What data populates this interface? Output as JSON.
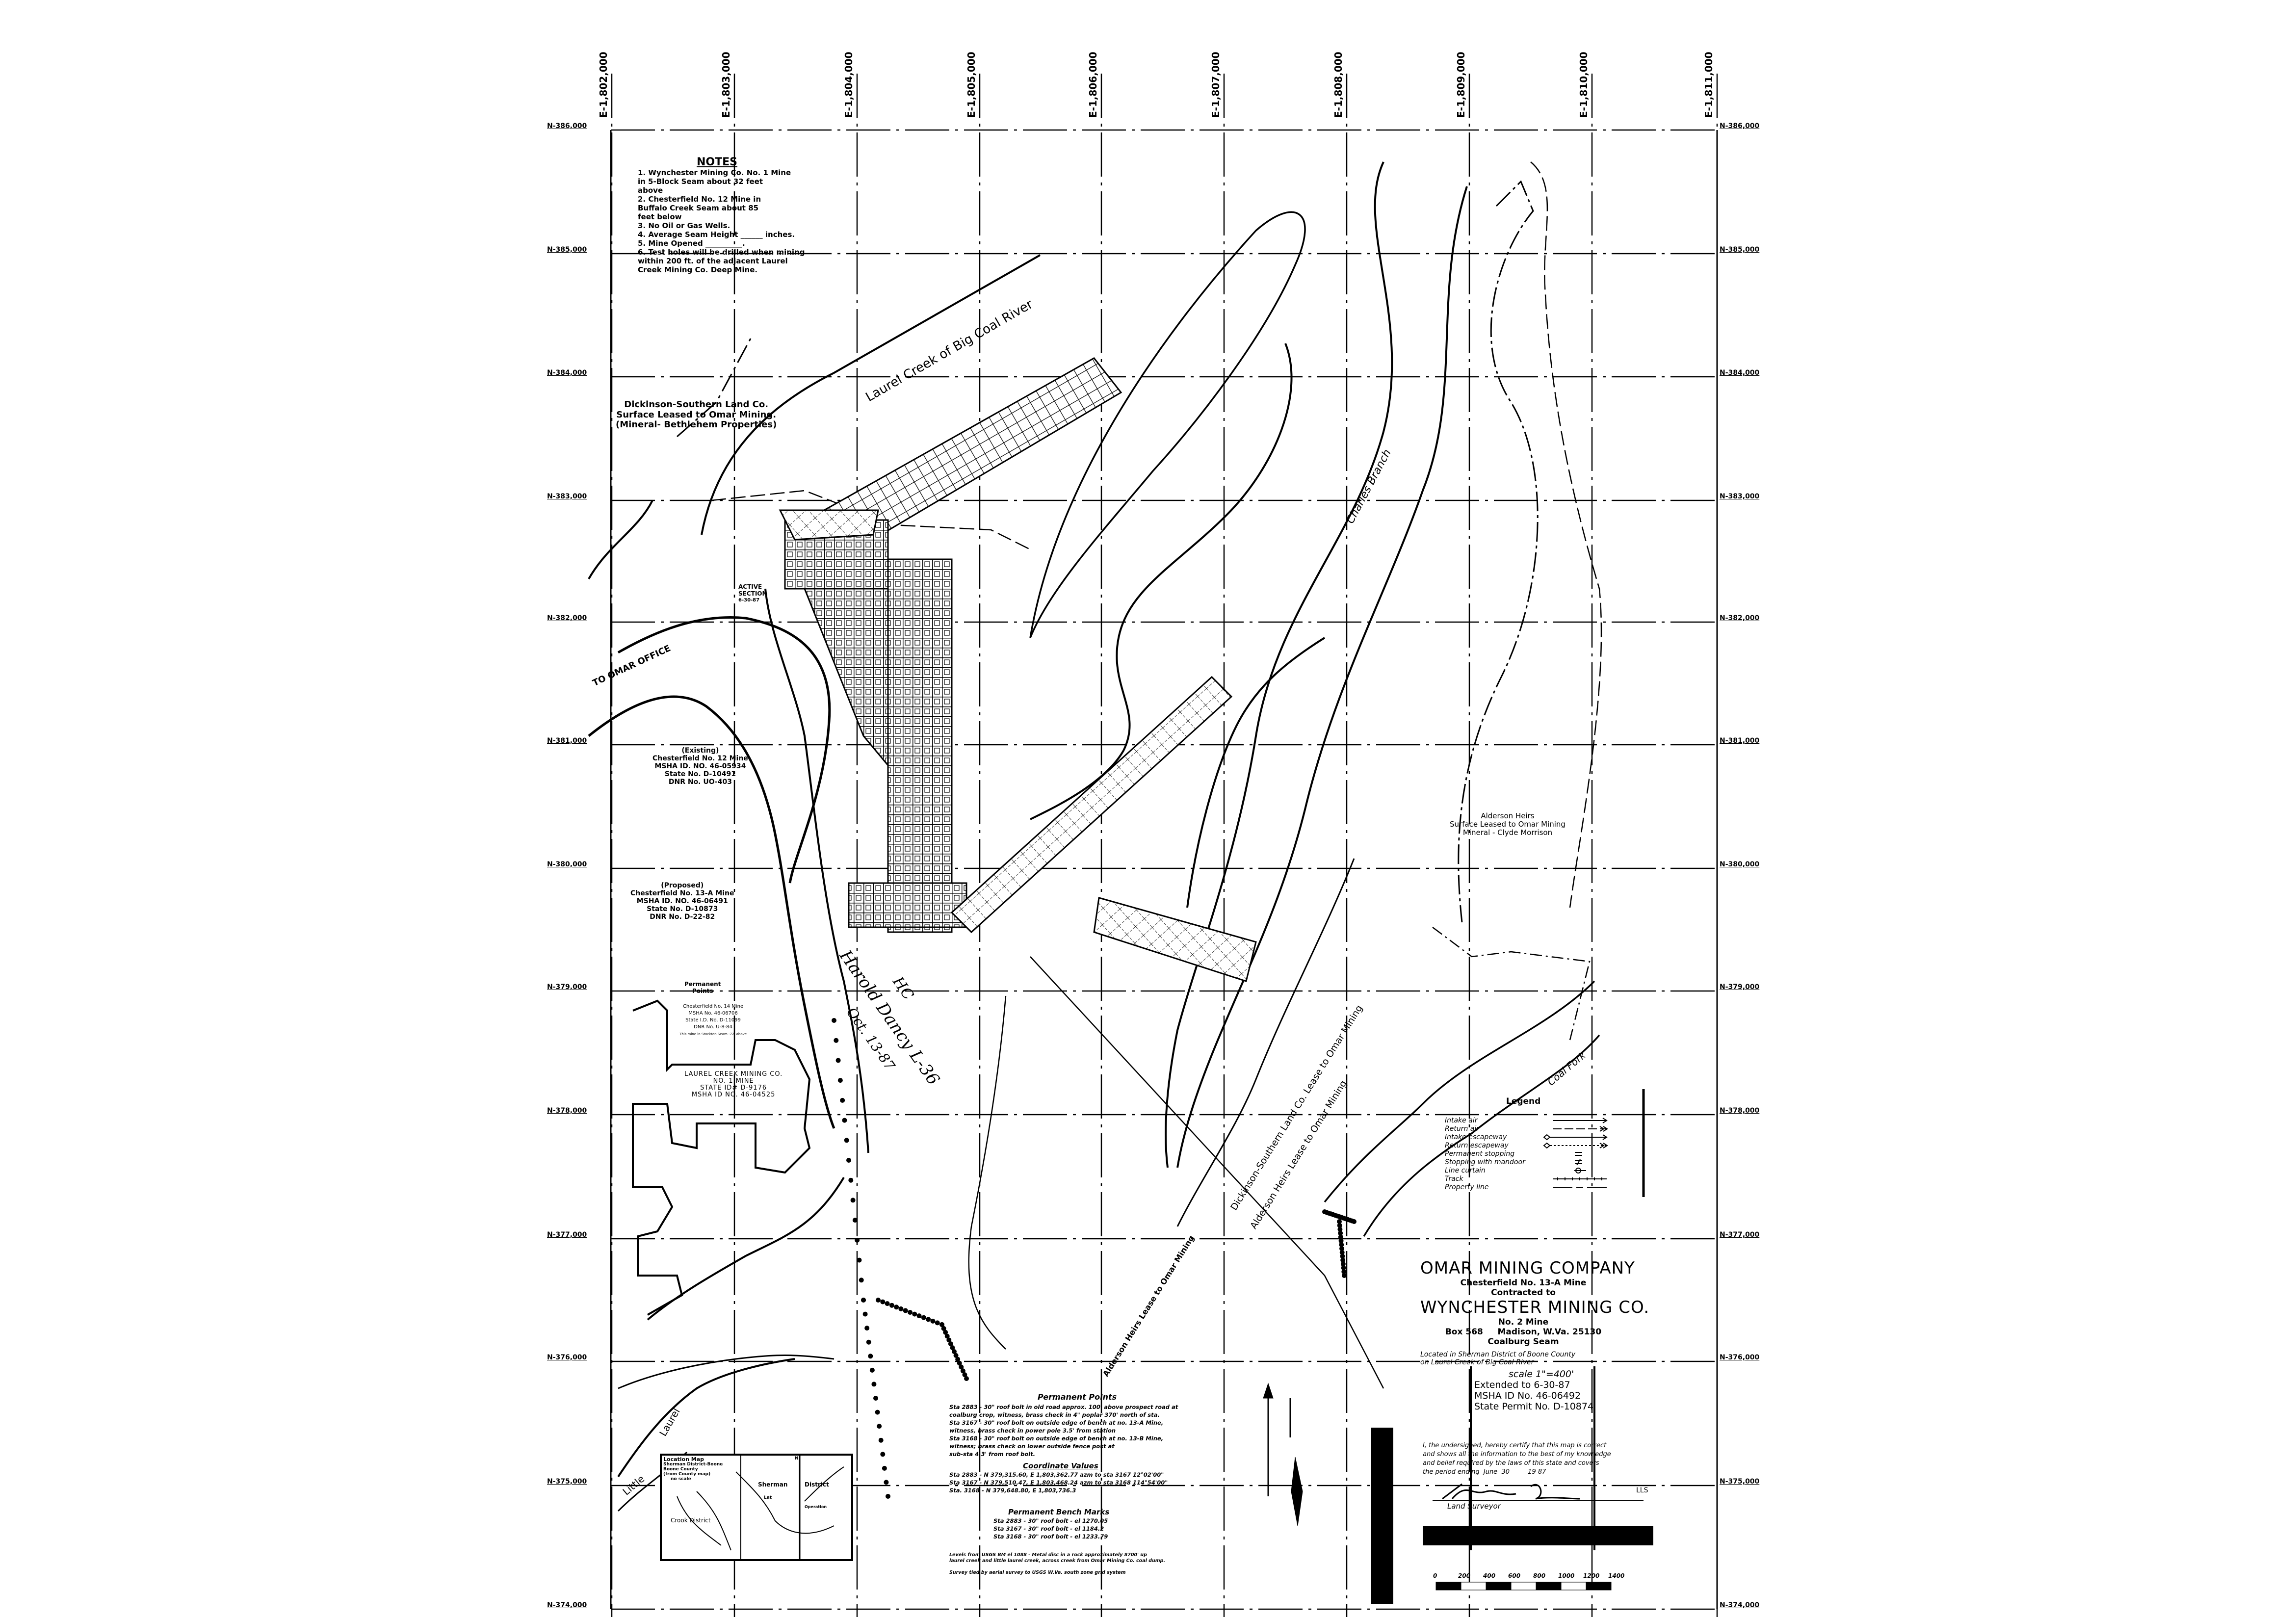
{
  "grid": {
    "easting_labels": [
      "E-1,802,000",
      "E-1,803,000",
      "E-1,804,000",
      "E-1,805,000",
      "E-1,806,000",
      "E-1,807,000",
      "E-1,808,000",
      "E-1,809,000",
      "E-1,810,000",
      "E-1,811,000"
    ],
    "northing_labels": [
      "N-386,000",
      "N-385,000",
      "N-384,000",
      "N-383,000",
      "N-382,000",
      "N-381,000",
      "N-380,000",
      "N-379,000",
      "N-378,000",
      "N-377,000",
      "N-376,000",
      "N-375,000",
      "N-374,000"
    ]
  },
  "notes": {
    "title": "NOTES",
    "lines": [
      "1. Wynchester Mining Co. No. 1 Mine",
      "   in 5-Block Seam about 32 feet",
      "   above",
      "2. Chesterfield No. 12 Mine in",
      "   Buffalo Creek Seam about 85",
      "   feet below",
      "3. No Oil or Gas Wells.",
      "4. Average Seam Height ______ inches.",
      "5. Mine Opened __________.",
      "6. Test holes will be drilled when mining",
      "   within 200 ft. of the adjacent Laurel",
      "   Creek Mining Co. Deep Mine."
    ]
  },
  "labels": {
    "dickinson_southern": [
      "Dickinson-Southern Land Co.",
      "Surface Leased to Omar Mining.",
      "(Mineral- Bethlehem Properties)"
    ],
    "laurel_creek_river": "Laurel Creek of Big Coal River",
    "active_section": [
      "ACTIVE",
      "SECTION",
      "6-30-87"
    ],
    "to_omar_office": "TO OMAR OFFICE",
    "charles_branch": "Charles Branch",
    "coal_fork": "Coal Fork",
    "laurel": "Laurel",
    "little": "Little",
    "existing_mine": [
      "(Existing)",
      "Chesterfield No. 12 Mine",
      "MSHA ID. NO. 46-05934",
      "State No. D-10491",
      "DNR No. UO-403"
    ],
    "proposed_mine": [
      "(Proposed)",
      "Chesterfield No. 13-A Mine",
      "MSHA ID. NO. 46-06491",
      "State No. D-10873",
      "DNR No. D-22-82"
    ],
    "permanent_points_small": [
      "Permanent",
      "Points"
    ],
    "chesterfield_14": [
      "Chesterfield No. 14 Mine",
      "MSHA No. 46-06706",
      "State I.D. No. D-11099",
      "DNR No. U-8-84",
      "This mine in Stockton Seam -72' above"
    ],
    "laurel_creek_mining": [
      "LAUREL CREEK MINING CO.",
      "NO. 1 MINE",
      "STATE ID# D-9176",
      "MSHA ID NO. 46-04525"
    ],
    "handwritten_inspection": [
      "Harold Dancy L-36",
      "HC",
      "Oct. 13-87"
    ],
    "alderson_heirs": [
      "Alderson Heirs",
      "Surface Leased to Omar Mining",
      "Mineral - Clyde Morrison"
    ],
    "lease_diag_1": "Dickinson-Southern Land Co. Lease to Omar Mining",
    "lease_diag_2": "Alderson Heirs Lease to Omar Mining",
    "lease_diag_3": "Alderson Heirs Lease to Omar Mining"
  },
  "legend": {
    "title": "Legend",
    "items": [
      "Intake air",
      "Return air",
      "Intake escapeway",
      "Return escapeway",
      "Permanent stopping",
      "Stopping with mandoor",
      "Line curtain",
      "Track",
      "Property line"
    ]
  },
  "title_block": {
    "company": "OMAR MINING COMPANY",
    "mine": "Chesterfield No. 13-A Mine",
    "contracted": "Contracted to",
    "contractor": "WYNCHESTER MINING CO.",
    "contractor_mine": "No. 2 Mine",
    "address": "Box 568     Madison, W.Va. 25130",
    "seam": "Coalburg Seam",
    "location": [
      "Located in Sherman District of Boone County",
      "on Laurel Creek of Big Coal River"
    ],
    "scale": "scale 1\"=400'",
    "extended": "Extended to  6-30-87",
    "msha": "MSHA ID No.  46-06492",
    "permit": "State Permit No.  D-10874"
  },
  "certification": {
    "lines": [
      "I, the undersigned, hereby certify that this map is correct",
      "and shows all the information to the best of my knowledge",
      "and belief required by the laws of this state and covers",
      "the period ending  June  30         19 87"
    ],
    "suffix": "LLS",
    "role": "Land Surveyor"
  },
  "scale_bar": {
    "ticks": [
      "0",
      "200",
      "400",
      "600",
      "800",
      "1000",
      "1200",
      "1400"
    ]
  },
  "permanent_points": {
    "title": "Permanent Points",
    "lines": [
      "Sta 2883 - 30\" roof bolt in old road approx. 100' above prospect road at",
      "      coalburg crop, witness, brass check in 4\" poplar 370' north of sta.",
      "Sta 3167 - 30\" roof bolt on outside edge of bench at no. 13-A Mine,",
      "      witness, brass check in power pole 3.5' from station",
      "Sta 3168 - 30\" roof bolt on outside edge of bench at no. 13-B Mine,",
      "      witness; brass check on lower outside fence post at",
      "      sub-sta 4.3' from roof bolt."
    ],
    "coord_title": "Coordinate Values",
    "coords": [
      "Sta 2883 - N 379,315.60, E 1,803,362.77    azm to sta 3167  12°02'00\"",
      "Sta 3167 - N 379,510.47, E 1,803,468.24    azm to sta 3168  114°54'00\"",
      "Sta. 3168 - N 379,648.80, E 1,803,736.3"
    ],
    "bench_title": "Permanent Bench Marks",
    "bench": [
      "Sta 2883 - 30\" roof bolt - el 1270.05",
      "Sta 3167 - 30\" roof bolt - el 1184.2",
      "Sta 3168 - 30\" roof bolt - el 1233.79"
    ],
    "levels": [
      "Levels from USGS BM el 1088 - Metal disc in a rock approximately 8700' up",
      "laurel creek and little laurel creek, across creek from Omar Mining Co. coal dump."
    ],
    "survey": "Survey tied by aerial survey to USGS W.Va. south zone grid system"
  },
  "location_map": {
    "title": [
      "Location Map",
      "Sherman District-Boone",
      "Boone County",
      "(from County map)",
      "no scale"
    ],
    "labels": [
      "Sherman",
      "District",
      "Crook District",
      "Operation",
      "Lat"
    ]
  },
  "north_arrow": {
    "label": "N"
  }
}
